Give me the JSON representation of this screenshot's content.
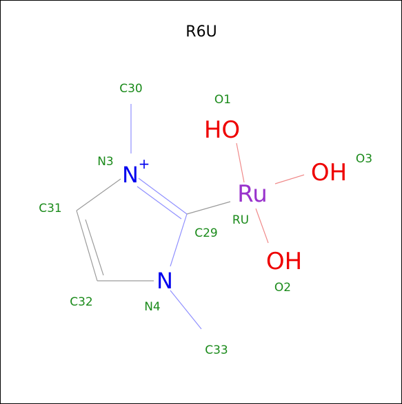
{
  "title": "R6U",
  "colors": {
    "bond": "#9a9a9a",
    "bond_n": "#8f8fff",
    "bond_o": "#f08a8a",
    "atom_label": "#1a8a1a",
    "nitrogen": "#0000ee",
    "oxygen": "#ee0000",
    "ruthenium": "#9933cc",
    "frame": "#000000"
  },
  "atoms": {
    "c30": "C30",
    "n3": "N3",
    "c31": "C31",
    "c29": "C29",
    "c32": "C32",
    "n4": "N4",
    "c33": "C33",
    "ru": "RU",
    "o1": "O1",
    "o2": "O2",
    "o3": "O3"
  },
  "elements": {
    "n3": "N",
    "n3_charge": "+",
    "n4": "N",
    "ru": "Ru",
    "o1": "HO",
    "o2": "OH",
    "o3": "OH"
  }
}
